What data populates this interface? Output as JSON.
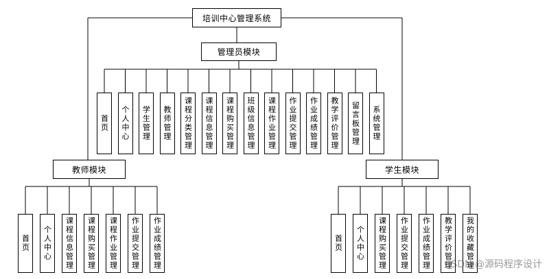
{
  "root": {
    "label": "培训中心管理系统"
  },
  "admin": {
    "label": "管理员模块",
    "children": [
      "首页",
      "个人中心",
      "学生管理",
      "教师管理",
      "课程分类管理",
      "课程信息管理",
      "课程购买管理",
      "班级信息管理",
      "课程作业管理",
      "作业提交管理",
      "作业成绩管理",
      "教学评价管理",
      "留言板管理",
      "系统管理"
    ]
  },
  "teacher": {
    "label": "教师模块",
    "children": [
      "首页",
      "个人中心",
      "课程信息管理",
      "课程购买管理",
      "课程作业管理",
      "作业提交管理",
      "作业成绩管理"
    ]
  },
  "student": {
    "label": "学生模块",
    "children": [
      "首页",
      "个人中心",
      "课程购买管理",
      "作业提交管理",
      "作业成绩管理",
      "教学评价管理",
      "我的收藏管理"
    ]
  },
  "watermark": "CSDN @源码程序设计"
}
